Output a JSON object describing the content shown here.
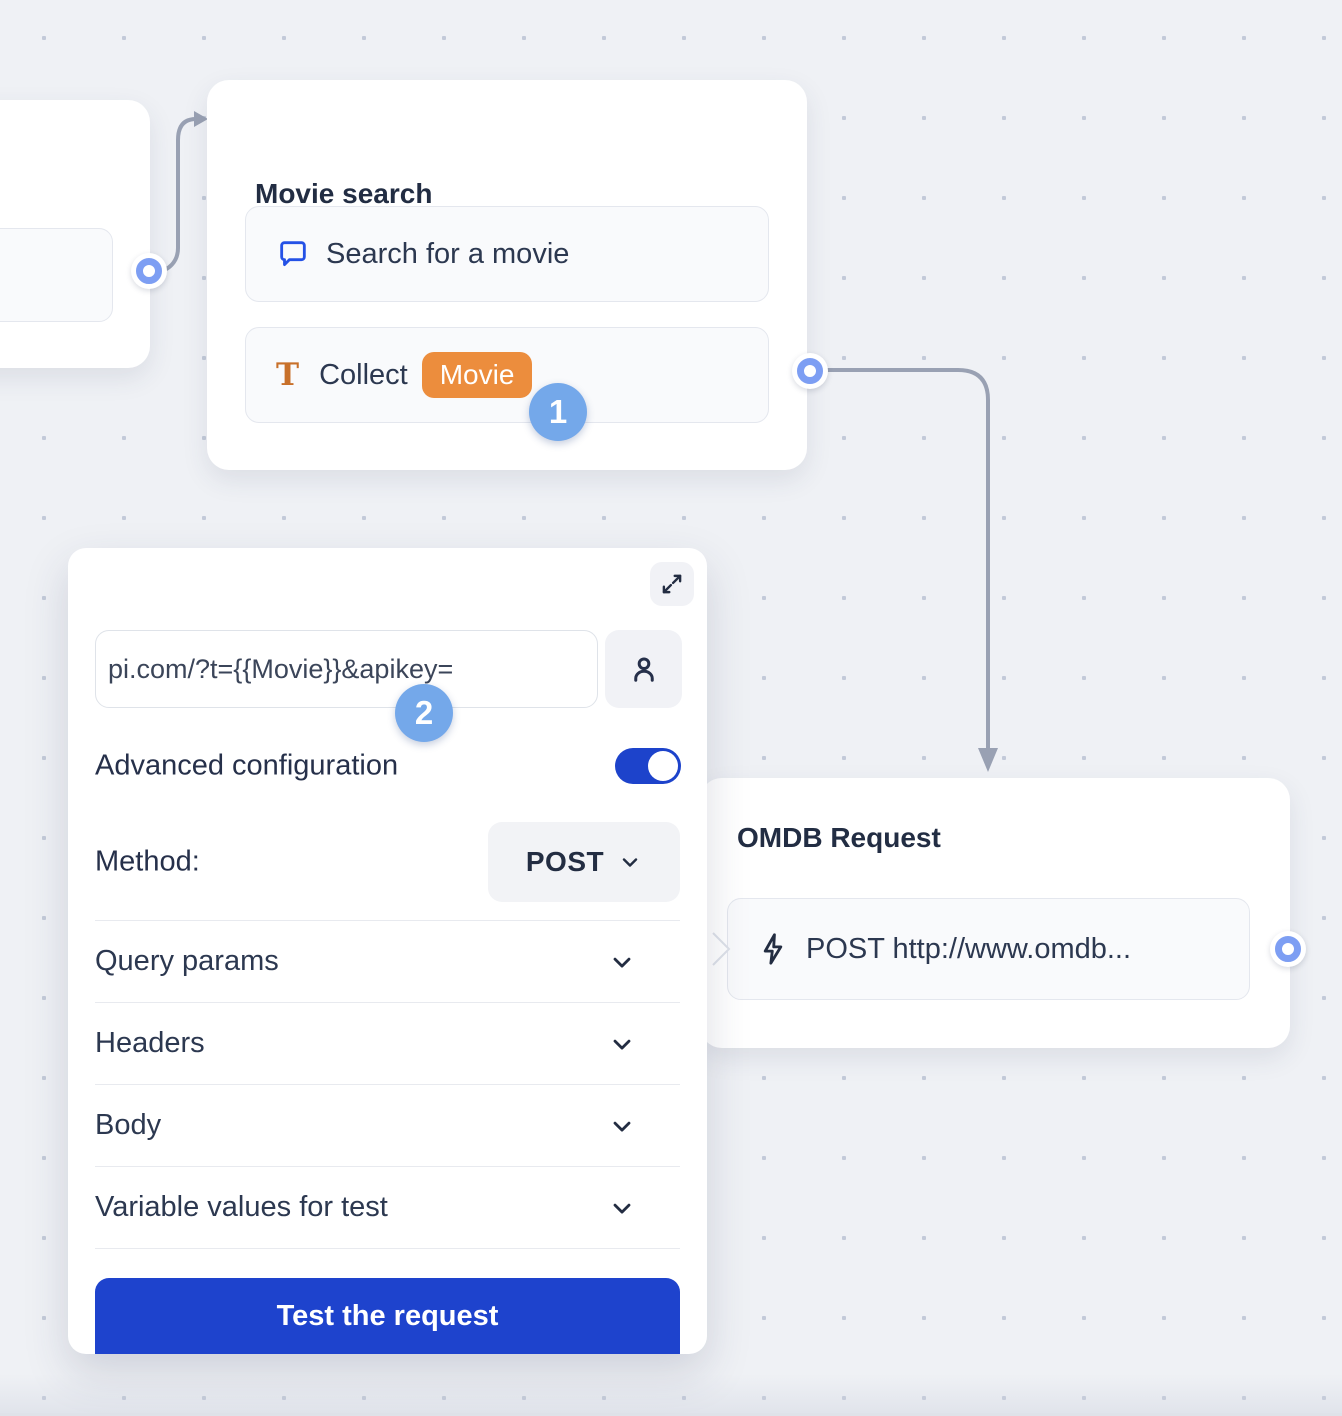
{
  "colors": {
    "canvas_bg": "#eff1f5",
    "dot": "#c3cad9",
    "card_bg": "#ffffff",
    "primary_blue": "#1e43cd",
    "toggle_blue": "#1d43cb",
    "step_badge_blue": "#74a8ea",
    "port_blue": "#7d9ef3",
    "variable_orange": "#ec8d3d",
    "wire_gray": "#99a1b3",
    "title_text": "#222d43",
    "body_text": "#2c3850"
  },
  "movie_search_node": {
    "title": "Movie search",
    "items": [
      {
        "icon": "chat-bubble-icon",
        "label": "Search for a movie"
      },
      {
        "icon": "text-input-icon",
        "label": "Collect",
        "variable_badge": "Movie"
      }
    ],
    "step_badge": "1"
  },
  "omdb_node": {
    "title": "OMDB Request",
    "item": {
      "icon": "lightning-icon",
      "label": "POST http://www.omdb..."
    }
  },
  "editor_panel": {
    "expand_icon": "expand-icon",
    "url_input": {
      "value": "pi.com/?t={{Movie}}&apikey="
    },
    "account_icon": "person-icon",
    "step_badge": "2",
    "advanced_configuration": {
      "label": "Advanced configuration",
      "enabled": true
    },
    "method": {
      "label": "Method:",
      "value": "POST"
    },
    "sections": [
      {
        "label": "Query params"
      },
      {
        "label": "Headers"
      },
      {
        "label": "Body"
      },
      {
        "label": "Variable values for test"
      }
    ],
    "test_button": "Test the request"
  }
}
